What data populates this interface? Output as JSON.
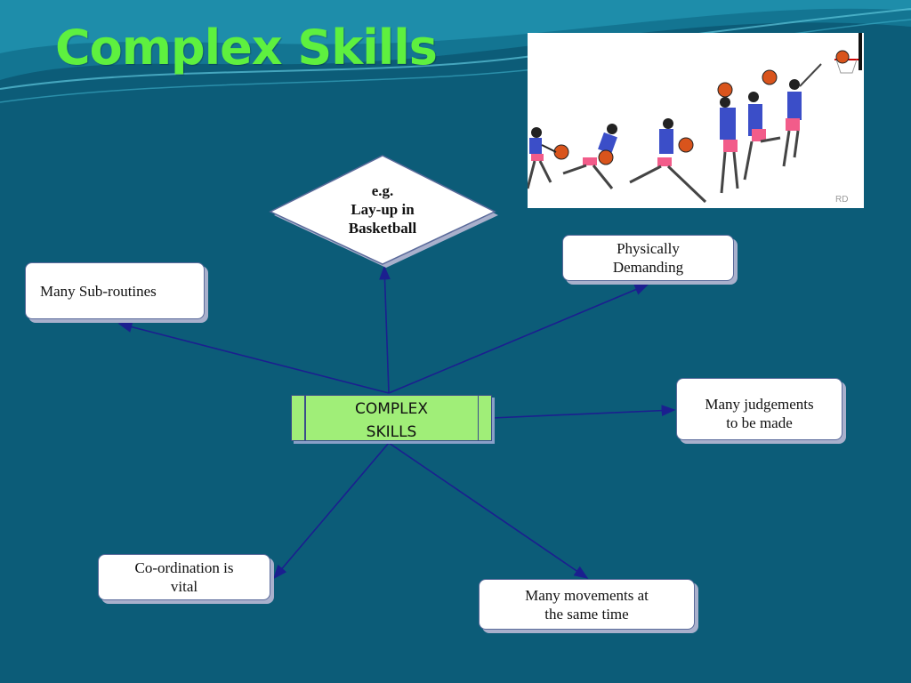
{
  "slide": {
    "title": "Complex Skills",
    "photo_watermark": "RD"
  },
  "diagram": {
    "center_label": "COMPLEX\nSKILLS",
    "example_label": "e.g.\nLay-up in\nBasketball",
    "nodes": {
      "sub_routines": "Many Sub-routines",
      "physically_demanding": "Physically\nDemanding",
      "judgements": "Many judgements\nto be made",
      "coordination": "Co-ordination is\nvital",
      "movements": "Many movements at\nthe same time"
    }
  },
  "colors": {
    "background": "#0c5c78",
    "title": "#5ef03f",
    "center_box": "#a0ee78",
    "arrow": "#1b1f8f"
  }
}
